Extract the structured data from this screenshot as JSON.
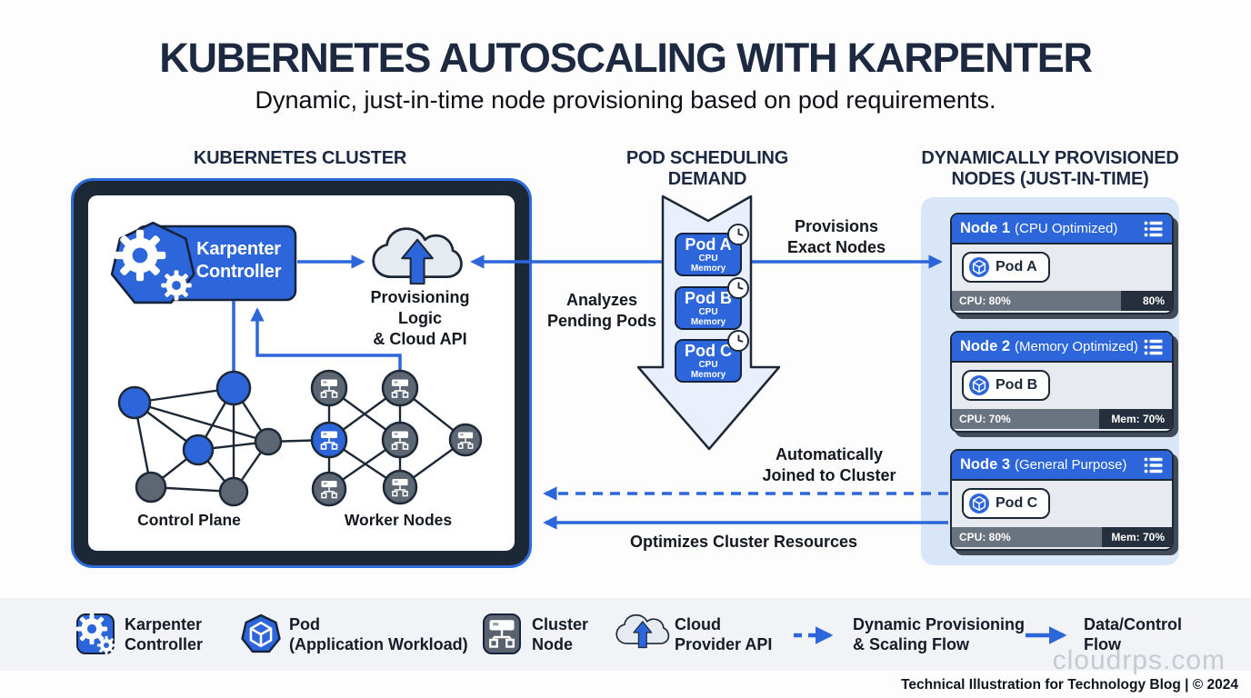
{
  "title": "KUBERNETES AUTOSCALING WITH KARPENTER",
  "subtitle": "Dynamic, just-in-time node provisioning based on pod requirements.",
  "colors": {
    "primary_blue": "#2c66da",
    "dark_navy": "#1d2836",
    "panel_blue": "#d9e6f8",
    "node_body_gray": "#e7eaee",
    "bar_gray": "#6a7380",
    "bar_dark": "#252f3d",
    "legend_band": "#f1f3f6",
    "demand_arrow_fill": "#e9effb"
  },
  "cluster": {
    "heading": "KUBERNETES CLUSTER",
    "controller": {
      "line1": "Karpenter",
      "line2": "Controller"
    },
    "cloud_label_line1": "Provisioning Logic",
    "cloud_label_line2": "& Cloud API",
    "control_plane_label": "Control Plane",
    "worker_nodes_label": "Worker Nodes"
  },
  "demand": {
    "heading_line1": "POD SCHEDULING",
    "heading_line2": "DEMAND",
    "pods": [
      {
        "name": "Pod A",
        "line1": "CPU",
        "line2": "Memory"
      },
      {
        "name": "Pod B",
        "line1": "CPU",
        "line2": "Memory"
      },
      {
        "name": "Pod C",
        "line1": "CPU",
        "line2": "Memory"
      }
    ],
    "analyzes_line1": "Analyzes",
    "analyzes_line2": "Pending Pods",
    "provisions_line1": "Provisions",
    "provisions_line2": "Exact Nodes"
  },
  "nodes_panel": {
    "heading_line1": "DYNAMICALLY PROVISIONED",
    "heading_line2": "NODES (JUST-IN-TIME)",
    "nodes": [
      {
        "name": "Node 1",
        "type": "(CPU Optimized)",
        "pod": "Pod A",
        "cpu_label": "CPU: 80%",
        "right_label": "80%",
        "bar_fill_pct": 77
      },
      {
        "name": "Node 2",
        "type": "(Memory Optimized)",
        "pod": "Pod B",
        "cpu_label": "CPU: 70%",
        "right_label": "Mem: 70%",
        "bar_fill_pct": 67
      },
      {
        "name": "Node 3",
        "type": "(General Purpose)",
        "pod": "Pod C",
        "cpu_label": "CPU: 80%",
        "right_label": "Mem: 70%",
        "bar_fill_pct": 68
      }
    ]
  },
  "flows": {
    "joined_line1": "Automatically",
    "joined_line2": "Joined to Cluster",
    "optimizes": "Optimizes Cluster Resources"
  },
  "legend": {
    "items": [
      {
        "icon": "karpenter-controller-icon",
        "line1": "Karpenter",
        "line2": "Controller"
      },
      {
        "icon": "pod-icon",
        "line1": "Pod",
        "line2": "(Application Workload)"
      },
      {
        "icon": "cluster-node-icon",
        "line1": "Cluster",
        "line2": "Node"
      },
      {
        "icon": "cloud-provider-icon",
        "line1": "Cloud",
        "line2": "Provider API"
      },
      {
        "icon": "dashed-arrow-icon",
        "line1": "Dynamic Provisioning",
        "line2": "& Scaling Flow"
      },
      {
        "icon": "solid-arrow-icon",
        "line1": "Data/Control",
        "line2": "Flow"
      }
    ]
  },
  "footer": {
    "watermark": "cloudrps.com",
    "credit": "Technical Illustration for Technology Blog | © 2024"
  }
}
